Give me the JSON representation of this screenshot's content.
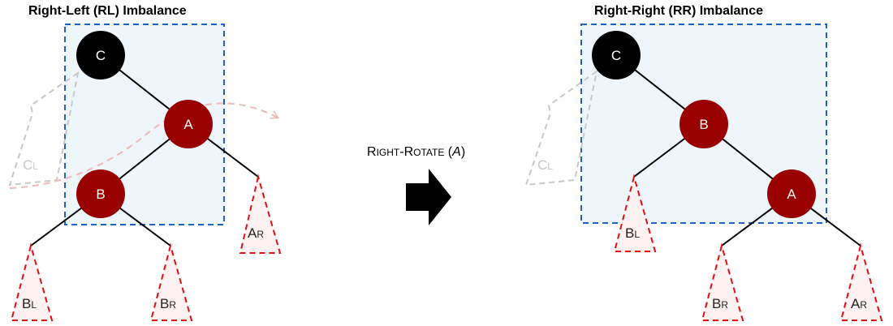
{
  "left": {
    "title": "Right-Left (RL) Imbalance",
    "nodes": {
      "c": "C",
      "a": "A",
      "b": "B"
    },
    "subtrees": {
      "cl": {
        "letter": "C",
        "sub": "L"
      },
      "ar": {
        "letter": "A",
        "sub": "R"
      },
      "bl": {
        "letter": "B",
        "sub": "L"
      },
      "br": {
        "letter": "B",
        "sub": "R"
      }
    }
  },
  "operation": {
    "label_a": "R",
    "label_b": "IGHT",
    "label_c": "-R",
    "label_d": "OTATE",
    "label_e": " (",
    "label_arg": "A",
    "label_f": ")"
  },
  "right": {
    "title": "Right-Right (RR) Imbalance",
    "nodes": {
      "c": "C",
      "b": "B",
      "a": "A"
    },
    "subtrees": {
      "cl": {
        "letter": "C",
        "sub": "L"
      },
      "bl": {
        "letter": "B",
        "sub": "L"
      },
      "br": {
        "letter": "B",
        "sub": "R"
      },
      "ar": {
        "letter": "A",
        "sub": "R"
      }
    }
  },
  "colors": {
    "black_node": "#000000",
    "red_node": "#990000",
    "focus_box_border": "#2060c8",
    "focus_box_fill": "#eef6fb",
    "subtree_border": "#e01010",
    "faded_subtree": "#c8c8c8",
    "rotation_hint": "#f0b8b8",
    "edge": "#000000"
  }
}
